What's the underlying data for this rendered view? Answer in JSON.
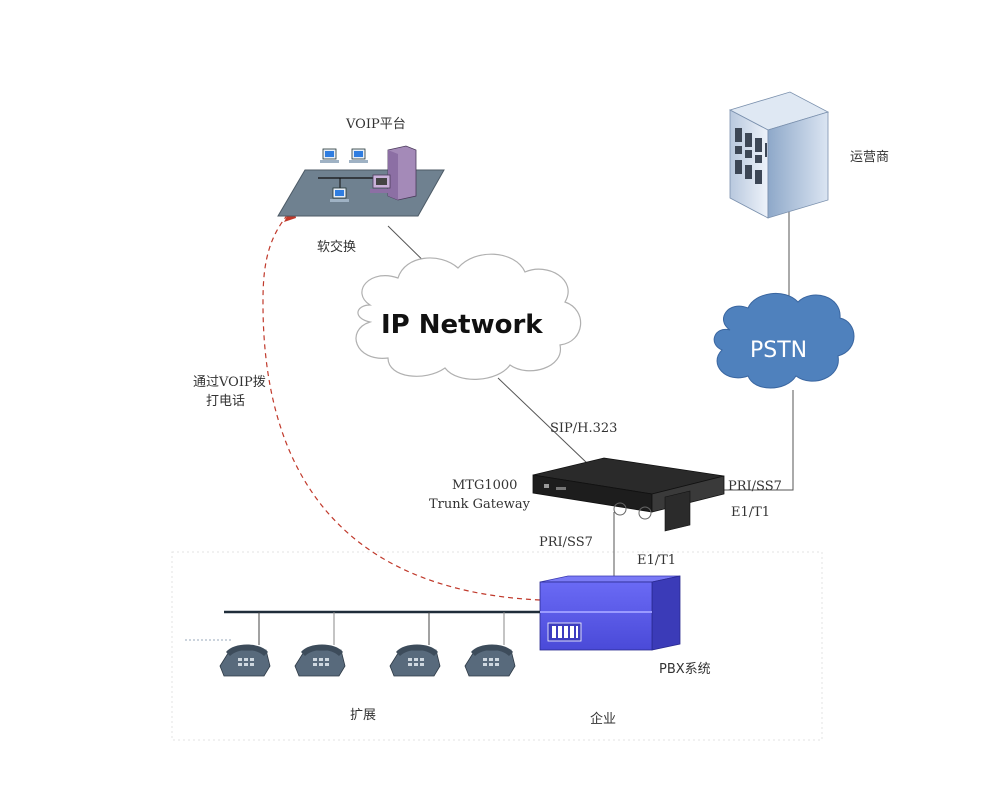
{
  "labels": {
    "voip_platform": "VOIP平台",
    "softswitch": "软交换",
    "ip_network": "IP Network",
    "operator": "运营商",
    "pstn": "PSTN",
    "voip_call_line1": "通过VOIP拨",
    "voip_call_line2": "打电话",
    "sip_h323": "SIP/H.323",
    "gateway_model": "MTG1000",
    "gateway_name": "Trunk Gateway",
    "pri_ss7_right": "PRI/SS7",
    "e1t1_right": "E1/T1",
    "pri_ss7_left": "PRI/SS7",
    "e1t1_left": "E1/T1",
    "pbx_system": "PBX系统",
    "extension": "扩展",
    "enterprise": "企业"
  },
  "colors": {
    "pstn_cloud": "#4f81bd",
    "pbx_front": "#5b5bf0",
    "voip_dashed_line": "#c0392b",
    "platform": "#6f8190"
  }
}
